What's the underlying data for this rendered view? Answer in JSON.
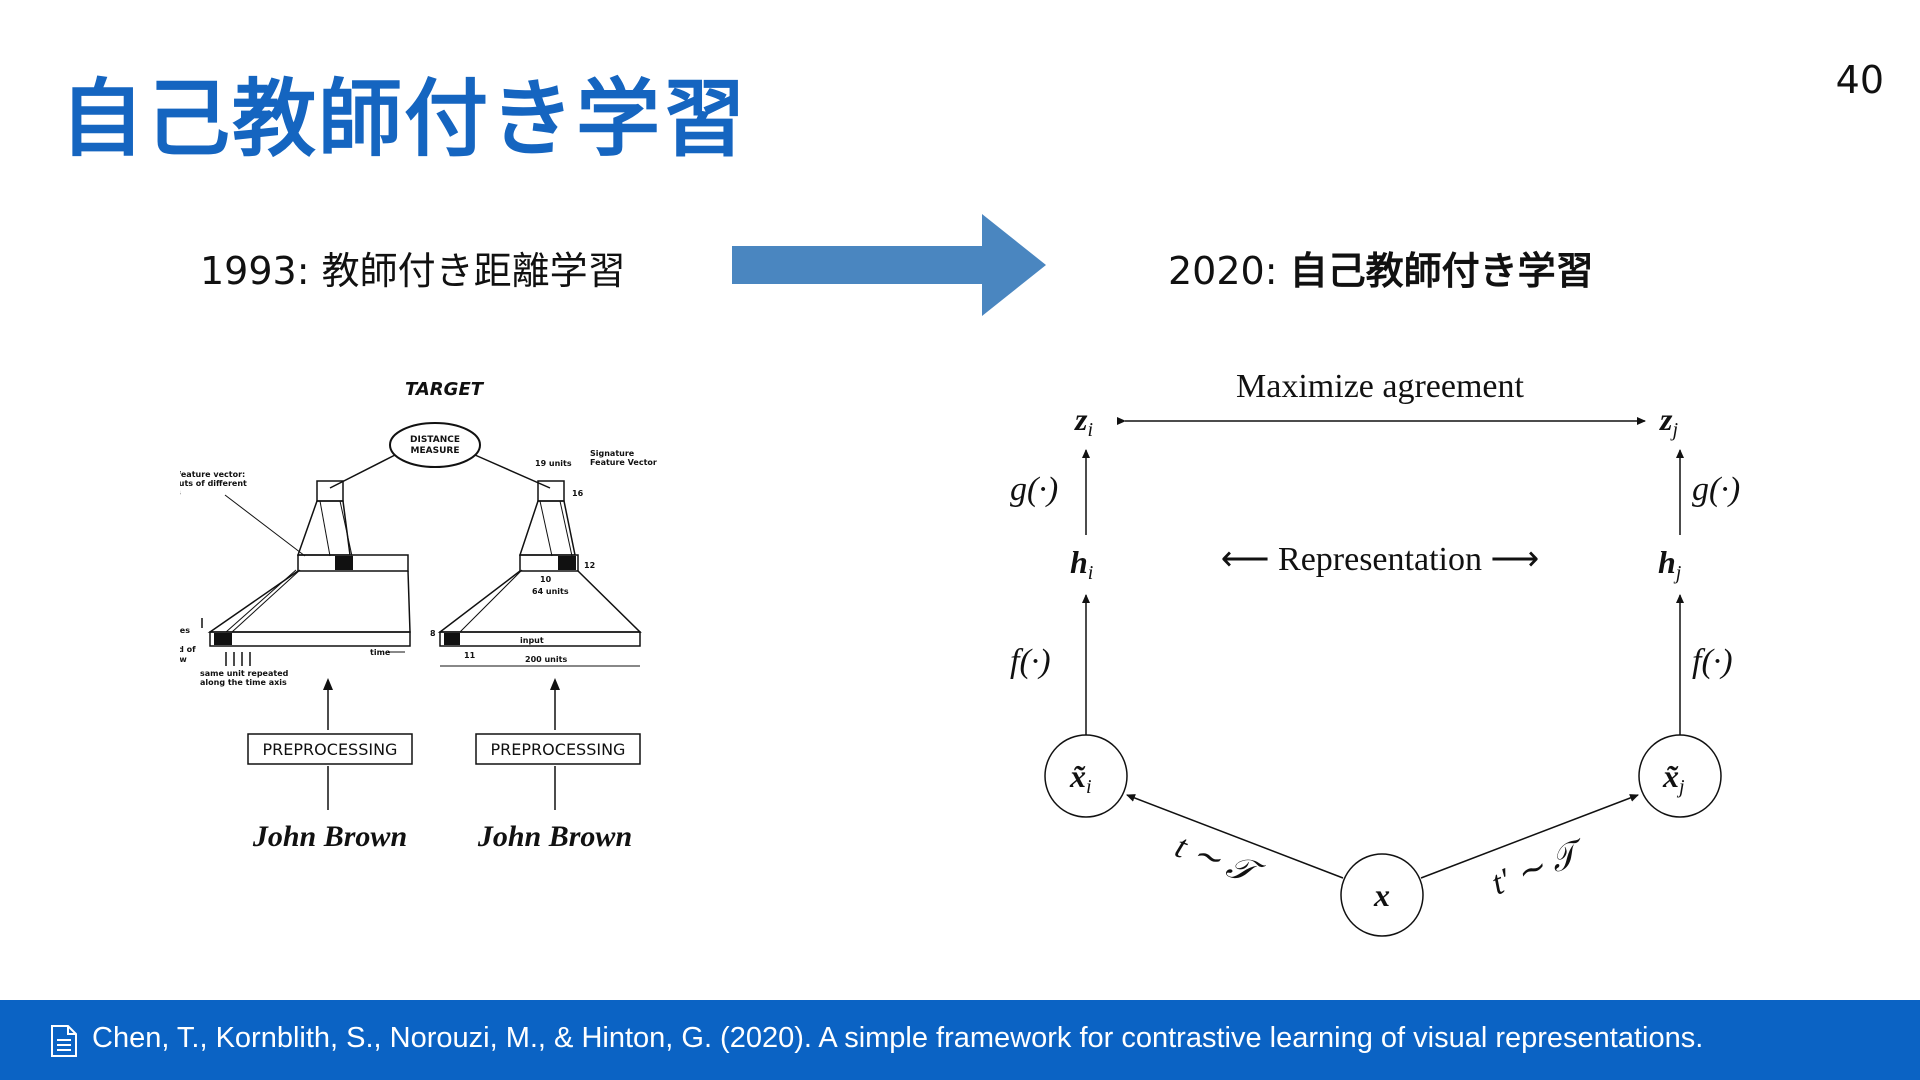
{
  "slide": {
    "title": "自己教師付き学習",
    "page_number": "40"
  },
  "left": {
    "year": "1993:",
    "heading": "教師付き距離学習",
    "figure": {
      "target": "TARGET",
      "distance_measure_1": "DISTANCE",
      "distance_measure_2": "MEASURE",
      "one_feature_vector_1": "one feature vector:",
      "one_feature_vector_2": "outputs of different",
      "one_feature_vector_3": "units",
      "units19": "19 units",
      "signature_1": "Signature",
      "signature_2": "Feature Vector",
      "n16": "16",
      "n12": "12",
      "n10": "10",
      "units64": "64 units",
      "features": "features",
      "field_of_view_1": "field of",
      "field_of_view_2": "view",
      "time": "time",
      "same_unit_1": "same unit repeated",
      "same_unit_2": "along the time axis",
      "n8": "8",
      "n11": "11",
      "input": "input",
      "units200": "200 units",
      "preprocessing_left": "PREPROCESSING",
      "preprocessing_right": "PREPROCESSING",
      "signature_left": "John Brown",
      "signature_right": "John Brown"
    }
  },
  "right": {
    "year": "2020:",
    "heading": "自己教師付き学習",
    "figure": {
      "maximize": "Maximize agreement",
      "representation": "⟵ Representation ⟶",
      "zi": "z",
      "zi_sub": "i",
      "zj": "z",
      "zj_sub": "j",
      "hi": "h",
      "hi_sub": "i",
      "hj": "h",
      "hj_sub": "j",
      "g_left": "g(·)",
      "g_right": "g(·)",
      "f_left": "f(·)",
      "f_right": "f(·)",
      "xi": "x̃",
      "xi_sub": "i",
      "xj": "x̃",
      "xj_sub": "j",
      "x": "x",
      "t_left": "t ∼ 𝒯",
      "t_right": "t′ ∼ 𝒯"
    }
  },
  "footer": {
    "icon": "document-icon",
    "reference": "Chen, T., Kornblith, S., Norouzi, M., & Hinton, G. (2020). A simple framework for contrastive learning of visual representations."
  },
  "colors": {
    "title": "#1565c0",
    "arrow": "#4a86c0",
    "footer": "#0b63c4"
  }
}
